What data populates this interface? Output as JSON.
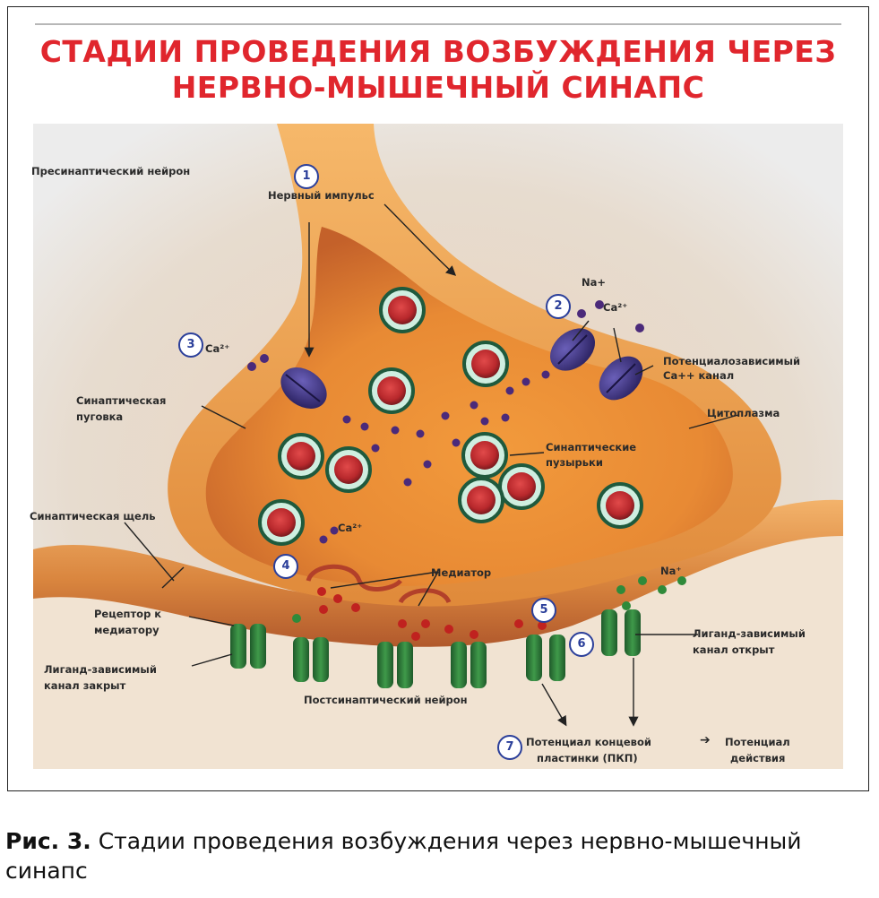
{
  "title": {
    "line1": "СТАДИИ ПРОВЕДЕНИЯ ВОЗБУЖДЕНИЯ ЧЕРЕЗ",
    "line2": "НЕРВНО-МЫШЕЧНЫЙ СИНАПС"
  },
  "steps": [
    "1",
    "2",
    "3",
    "4",
    "5",
    "6",
    "7"
  ],
  "labels": {
    "presynaptic_neuron": "Пресинаптический нейрон",
    "nerve_impulse": "Нервный импульс",
    "na_plus": "Na+",
    "ca_top": "Ca²⁺",
    "ca_left": "Ca²⁺",
    "ca_bottom": "Ca²⁺",
    "vg_channel_line1": "Потенциалозависимый",
    "vg_channel_line2": "Ca++ канал",
    "cytoplasm": "Цитоплазма",
    "synaptic_bouton_line1": "Синаптическая",
    "synaptic_bouton_line2": "пуговка",
    "vesicles_line1": "Синаптические",
    "vesicles_line2": "пузырьки",
    "synaptic_cleft": "Синаптическая щель",
    "mediator": "Медиатор",
    "na_bottom": "Na⁺",
    "receptor_line1": "Рецептор к",
    "receptor_line2": "медиатору",
    "ligand_open_line1": "Лиганд-зависимый",
    "ligand_open_line2": "канал открыт",
    "ligand_closed_line1": "Лиганд-зависимый",
    "ligand_closed_line2": "канал закрыт",
    "postsynaptic_neuron": "Постсинаптический нейрон",
    "endplate_line1": "Потенциал концевой",
    "endplate_line2": "пластинки (ПКП)",
    "arrow": "➔",
    "action_line1": "Потенциал",
    "action_line2": "действия"
  },
  "colors": {
    "title_red": "#e0262d",
    "step_blue": "#2b3f9a",
    "membrane_orange": "#e8913e",
    "channel_purple": "#3a2f7a",
    "receptor_green": "#2f7f3a"
  },
  "caption": {
    "prefix": "Рис. 3.",
    "text": " Стадии проведения возбуждения через нервно-мышечный синапс"
  }
}
